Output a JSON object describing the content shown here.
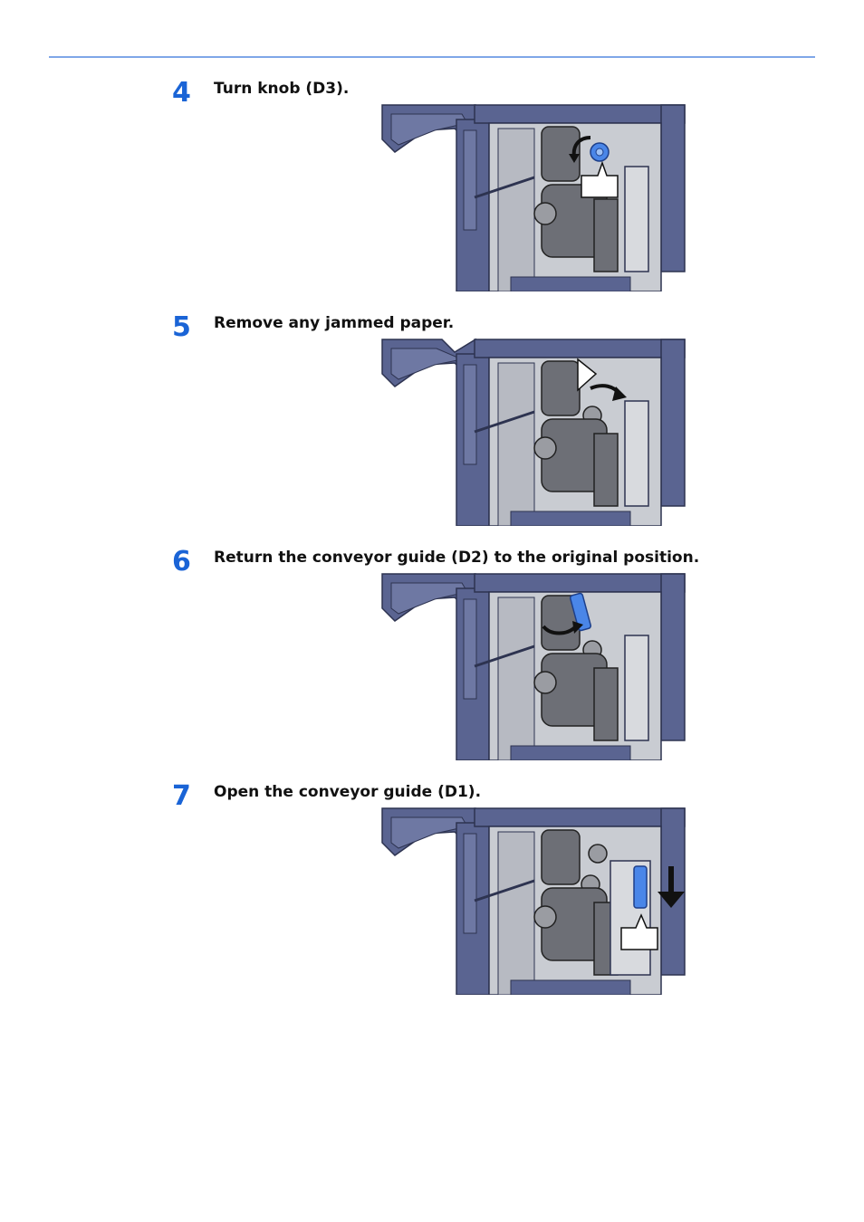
{
  "steps": [
    {
      "number": "4",
      "text": "Turn knob (D3)."
    },
    {
      "number": "5",
      "text": "Remove any jammed paper."
    },
    {
      "number": "6",
      "text": "Return the conveyor guide (D2) to the original position."
    },
    {
      "number": "7",
      "text": "Open the conveyor guide (D1)."
    }
  ],
  "colors": {
    "accent": "#1a64d6",
    "rule": "#7fa7e8",
    "machine_body": "#5a6491",
    "machine_inner": "#c9ccd2",
    "highlight_part": "#4a86e8"
  }
}
